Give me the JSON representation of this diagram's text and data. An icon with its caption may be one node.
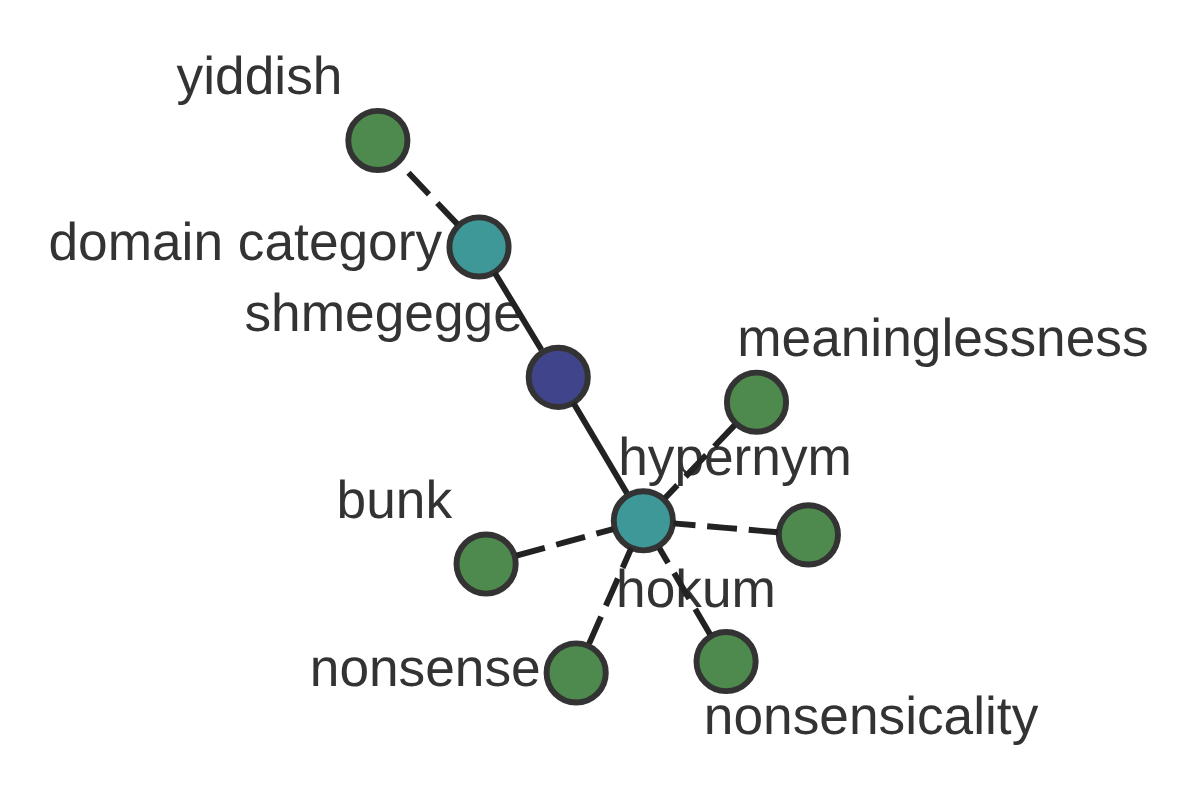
{
  "diagram": {
    "nodes": [
      {
        "text": [],
        "shape": "circle",
        "beside": [
          "bunk"
        ]
      },
      {
        "text": [],
        "shape": "circle",
        "beside": [
          "meaninglessness"
        ]
      },
      {
        "text": [],
        "shape": "circle",
        "beside": [
          "yiddish"
        ]
      },
      {
        "text": [],
        "shape": "circle",
        "beside": [
          "domain category"
        ]
      },
      {
        "text": [],
        "shape": "circle",
        "beside": [
          "hypernym"
        ]
      },
      {
        "text": [],
        "shape": "circle",
        "beside": [
          "shmegegge"
        ]
      },
      {
        "text": [],
        "shape": "circle",
        "beside": [
          "nonsense"
        ]
      },
      {
        "text": [],
        "shape": "circle",
        "beside": [
          "hokum"
        ]
      },
      {
        "text": [],
        "shape": "circle",
        "beside": [
          "nonsensicality"
        ]
      }
    ],
    "edges": [
      {
        "from": 4,
        "to": 5,
        "arrow": "none"
      },
      {
        "from": 5,
        "to": 3,
        "arrow": "none"
      },
      {
        "from": 0,
        "to": 4,
        "arrow": "none",
        "style": "dashed"
      },
      {
        "from": 1,
        "to": 4,
        "arrow": "none",
        "style": "dashed"
      },
      {
        "from": 6,
        "to": 4,
        "arrow": "none",
        "style": "dashed"
      },
      {
        "from": 7,
        "to": 4,
        "arrow": "none",
        "style": "dashed"
      },
      {
        "from": 8,
        "to": 4,
        "arrow": "none",
        "style": "dashed"
      },
      {
        "from": 3,
        "to": 2,
        "arrow": "none",
        "style": "dashed"
      }
    ]
  }
}
